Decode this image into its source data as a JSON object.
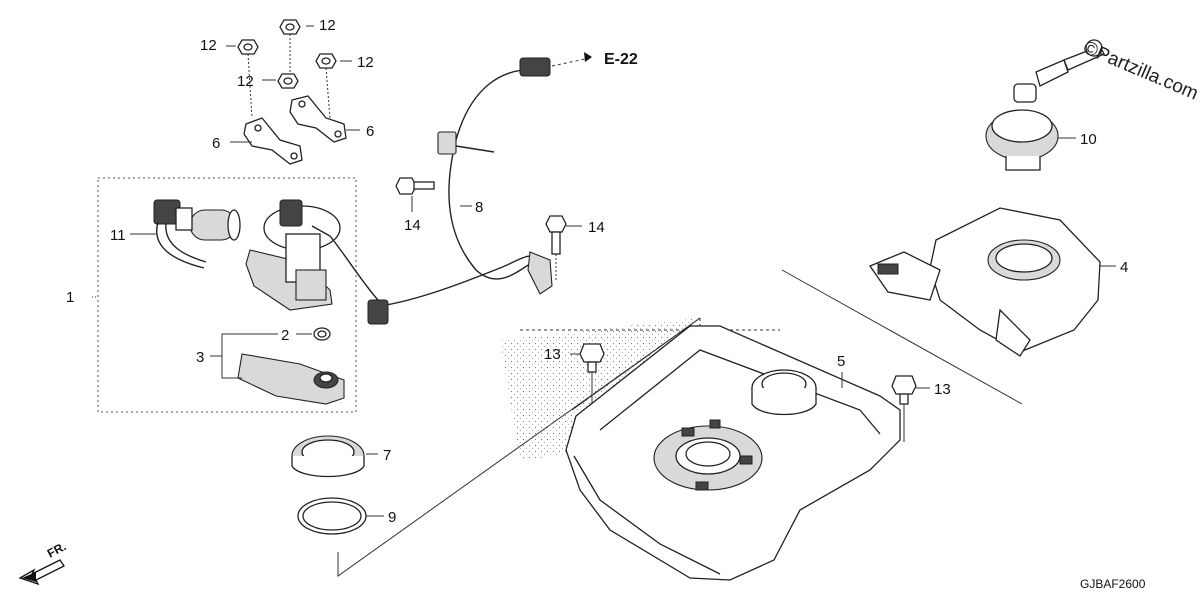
{
  "diagram": {
    "callouts": [
      {
        "id": "c12a",
        "label": "12"
      },
      {
        "id": "c12b",
        "label": "12"
      },
      {
        "id": "c12c",
        "label": "12"
      },
      {
        "id": "c12d",
        "label": "12"
      },
      {
        "id": "c6a",
        "label": "6"
      },
      {
        "id": "c6b",
        "label": "6"
      },
      {
        "id": "c11",
        "label": "11"
      },
      {
        "id": "c1",
        "label": "1"
      },
      {
        "id": "c2",
        "label": "2"
      },
      {
        "id": "c3",
        "label": "3"
      },
      {
        "id": "c7",
        "label": "7"
      },
      {
        "id": "c9",
        "label": "9"
      },
      {
        "id": "c8",
        "label": "8"
      },
      {
        "id": "c14a",
        "label": "14"
      },
      {
        "id": "c14b",
        "label": "14"
      },
      {
        "id": "c13a",
        "label": "13"
      },
      {
        "id": "c13b",
        "label": "13"
      },
      {
        "id": "c5",
        "label": "5"
      },
      {
        "id": "c4",
        "label": "4"
      },
      {
        "id": "c10",
        "label": "10"
      }
    ],
    "reference": "E-22",
    "watermark": "©Partzilla.com",
    "direction_label": "FR.",
    "diagram_code": "GJBAF2600"
  }
}
